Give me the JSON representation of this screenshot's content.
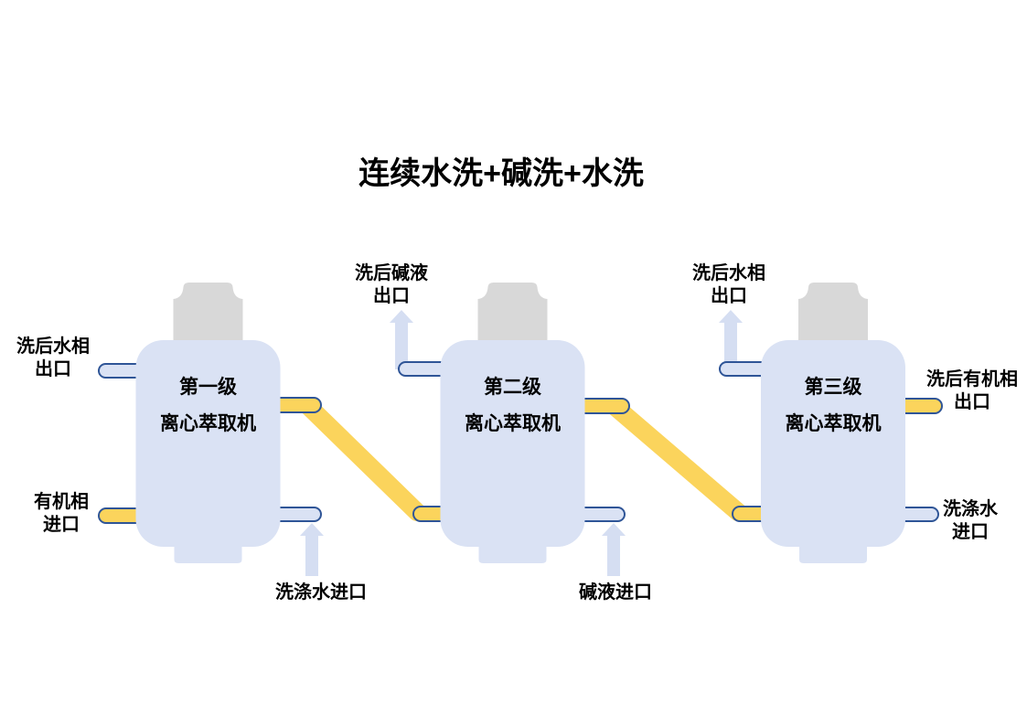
{
  "title": "连续水洗+碱洗+水洗",
  "colors": {
    "vessel_fill": "#DAE2F4",
    "vessel_cap": "#D8D8D8",
    "pipe_outline": "#2F5597",
    "pipe_yellow": "#FBD45C",
    "arrow_fill": "#D5DEF2",
    "text": "#000000",
    "background": "#FFFFFF"
  },
  "vessels": [
    {
      "name": "stage-1-extractor",
      "line1": "第一级",
      "line2": "离心萃取机"
    },
    {
      "name": "stage-2-extractor",
      "line1": "第二级",
      "line2": "离心萃取机"
    },
    {
      "name": "stage-3-extractor",
      "line1": "第三级",
      "line2": "离心萃取机"
    }
  ],
  "port_labels": [
    {
      "name": "washed-water-phase-outlet-stage1",
      "line1": "洗后水相",
      "line2": "出口"
    },
    {
      "name": "organic-phase-inlet",
      "line1": "有机相",
      "line2": "进口"
    },
    {
      "name": "wash-water-inlet-stage1",
      "line1": "洗涤水进口",
      "line2": ""
    },
    {
      "name": "washed-alkali-outlet",
      "line1": "洗后碱液",
      "line2": "出口"
    },
    {
      "name": "alkali-inlet",
      "line1": "碱液进口",
      "line2": ""
    },
    {
      "name": "washed-water-phase-outlet-stage3",
      "line1": "洗后水相",
      "line2": "出口"
    },
    {
      "name": "washed-organic-phase-outlet",
      "line1": "洗后有机相",
      "line2": "出口"
    },
    {
      "name": "wash-water-inlet-stage3",
      "line1": "洗涤水",
      "line2": "进口"
    }
  ]
}
